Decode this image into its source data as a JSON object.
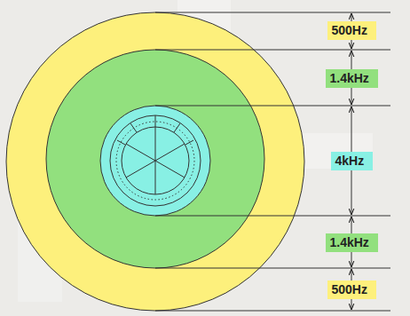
{
  "diagram": {
    "nodes": [
      {
        "text": [
          "500Hz"
        ]
      },
      {
        "text": [
          "1.4kHz"
        ]
      },
      {
        "text": [
          "4kHz"
        ]
      },
      {
        "text": [
          "1.4kHz"
        ]
      },
      {
        "text": [
          "500Hz"
        ]
      }
    ]
  }
}
